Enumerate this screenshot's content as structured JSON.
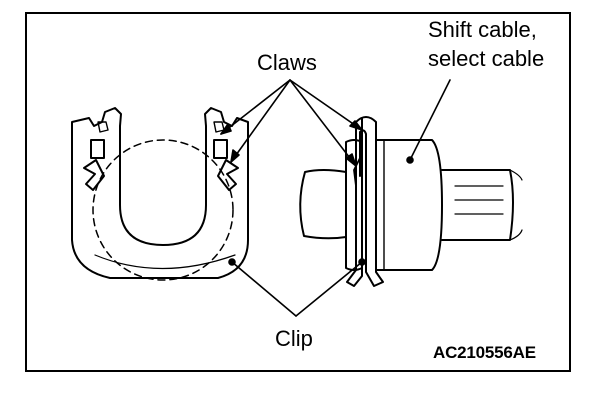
{
  "labels": {
    "claws": "Claws",
    "shift_cable_line1": "Shift cable,",
    "shift_cable_line2": "select cable",
    "clip": "Clip",
    "figure_code": "AC210556AE"
  }
}
